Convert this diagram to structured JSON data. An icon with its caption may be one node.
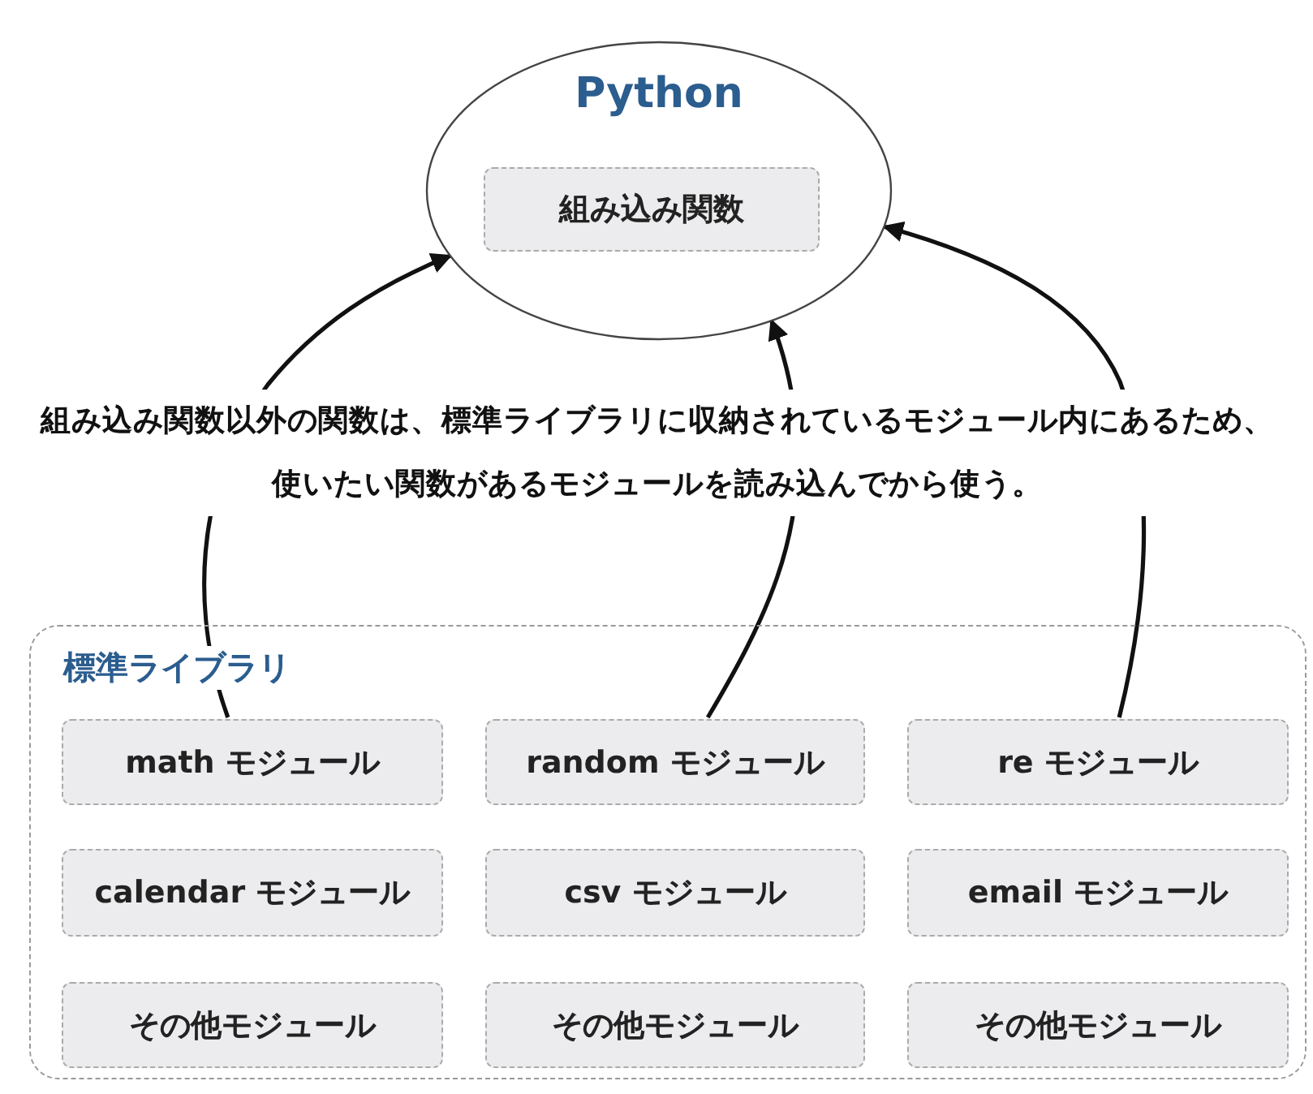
{
  "diagram": {
    "nodes": [
      {
        "text": [
          "Python"
        ]
      },
      {
        "text": [
          "組み込み関数"
        ],
        "in": 0
      },
      {
        "text": [
          "標準ライブラリ"
        ]
      },
      {
        "text": [
          "math モジュール"
        ],
        "in": 2
      },
      {
        "text": [
          "random モジュール"
        ],
        "in": 2
      },
      {
        "text": [
          "re モジュール"
        ],
        "in": 2
      },
      {
        "text": [
          "calendar モジュール"
        ],
        "in": 2
      },
      {
        "text": [
          "csv モジュール"
        ],
        "in": 2
      },
      {
        "text": [
          "email モジュール"
        ],
        "in": 2
      },
      {
        "text": [
          "その他モジュール"
        ],
        "in": 2
      },
      {
        "text": [
          "その他モジュール"
        ],
        "in": 2
      },
      {
        "text": [
          "その他モジュール"
        ],
        "in": 2
      }
    ],
    "edges": [
      {
        "from": 3,
        "to": 0,
        "arrow": "to"
      },
      {
        "from": 4,
        "to": 0,
        "arrow": "to"
      },
      {
        "from": 5,
        "to": 0,
        "arrow": "to"
      }
    ],
    "labels": [
      "組み込み関数以外の関数は、標準ライブラリに収納されているモジュール内にあるため、使いたい関数があるモジュールを読み込んでから使う。"
    ]
  }
}
